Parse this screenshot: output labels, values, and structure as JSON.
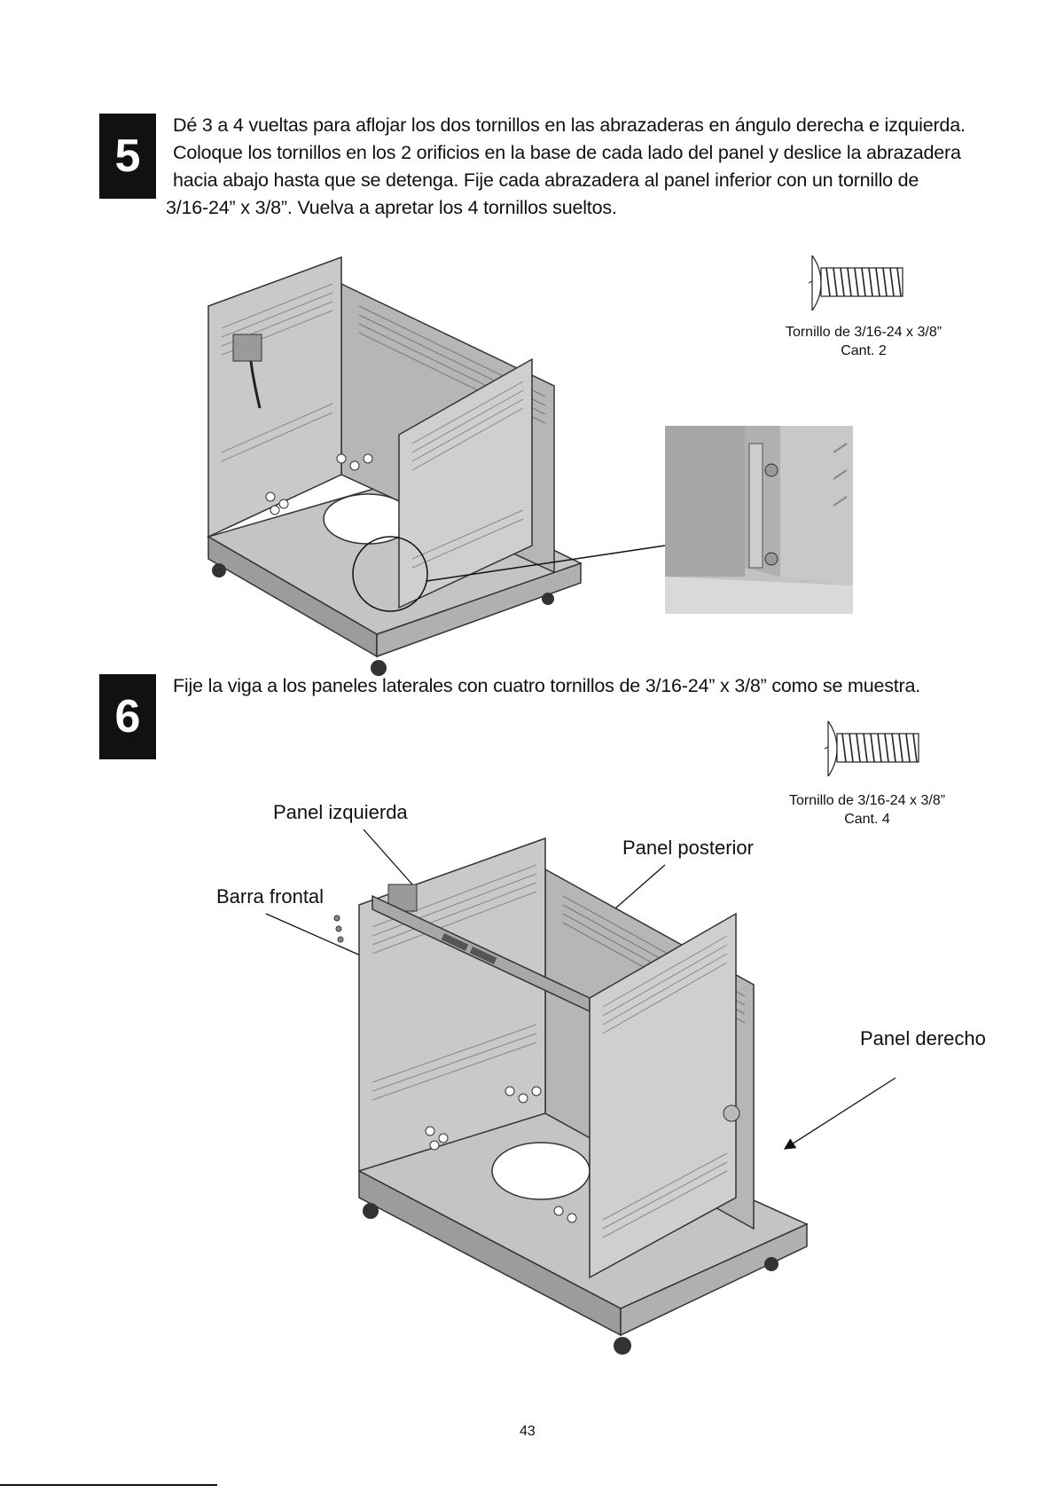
{
  "steps": [
    {
      "number": "5",
      "lines": [
        "Dé 3 a 4 vueltas para aflojar los dos tornillos en las abrazaderas en ángulo derecha e izquierda.",
        "Coloque los tornillos en los 2 orificios en la base de cada lado del panel y deslice la abrazadera",
        "hacia abajo hasta que se detenga. Fije cada abrazadera al panel inferior con un tornillo de",
        "3/16-24” x 3/8”. Vuelva a apretar los 4 tornillos sueltos."
      ],
      "screw_caption": {
        "name": "Tornillo de 3/16-24 x 3/8”",
        "qty": "Cant. 2"
      }
    },
    {
      "number": "6",
      "lines": [
        "Fije la viga a los paneles laterales con cuatro tornillos de 3/16-24” x 3/8” como se muestra."
      ],
      "screw_caption": {
        "name": "Tornillo de 3/16-24 x 3/8”",
        "qty": "Cant. 4"
      },
      "labels": {
        "left_panel": "Panel izquierda",
        "front_bar": "Barra frontal",
        "rear_panel": "Panel posterior",
        "right_panel": "Panel derecho"
      }
    }
  ],
  "page_number": "43",
  "colors": {
    "ink": "#111111",
    "metal": "#b8b8b8",
    "metal_dark": "#8f8f8f",
    "metal_light": "#d4d4d4"
  }
}
